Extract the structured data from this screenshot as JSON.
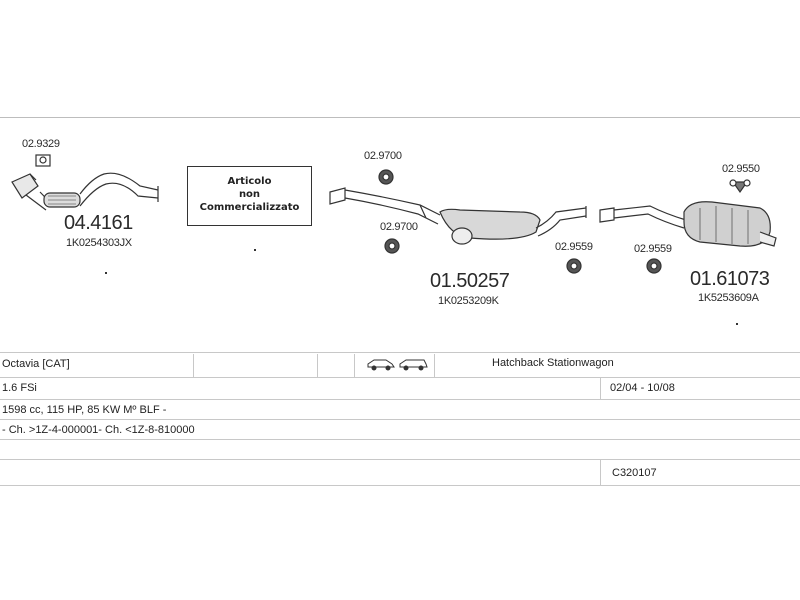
{
  "parts": {
    "clamp_a": "02.9329",
    "cat_pipe_code": "04.4161",
    "cat_pipe_ref": "1K0254303JX",
    "notice_line1": "Articolo",
    "notice_line2": "non",
    "notice_line3": "Commercializzato",
    "hanger_top": "02.9700",
    "hanger_mid": "02.9700",
    "middle_silencer_code": "01.50257",
    "middle_silencer_ref": "1K0253209K",
    "clamp_b": "02.9559",
    "clamp_c": "02.9559",
    "hanger_rear": "02.9550",
    "rear_silencer_code": "01.61073",
    "rear_silencer_ref": "1K5253609A"
  },
  "vehicle": {
    "model": "Octavia  [CAT]",
    "body_types": "Hatchback Stationwagon",
    "engine": "1.6 FSi",
    "period": "02/04 - 10/08",
    "specs": "1598 cc, 115 HP, 85 KW Mº BLF -",
    "chassis": "- Ch. >1Z-4-000001- Ch. <1Z-8-810000",
    "catalog_no": "C320107"
  },
  "colors": {
    "line": "#333333",
    "grid": "#c8c8c8"
  }
}
